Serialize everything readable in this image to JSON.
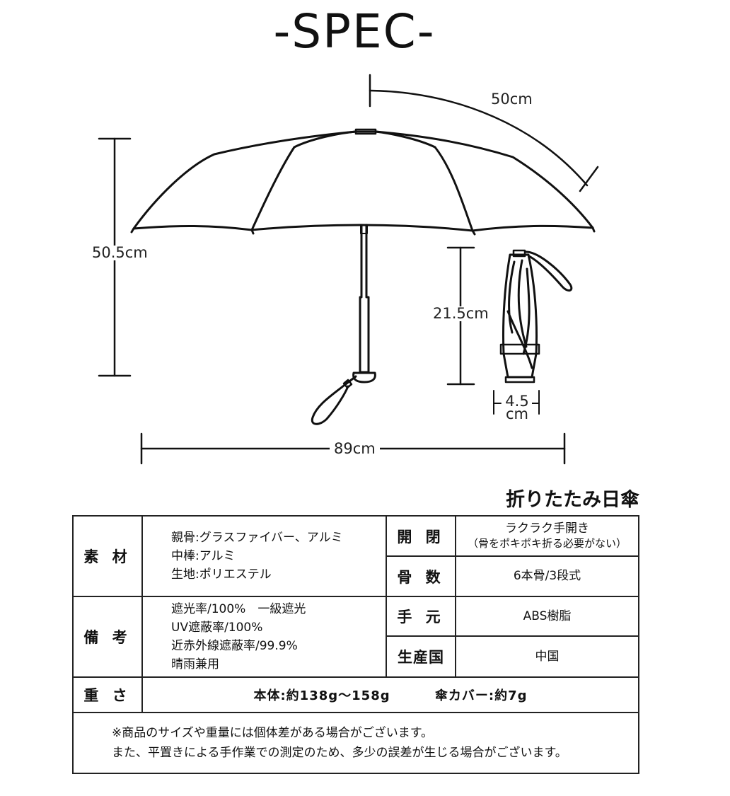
{
  "page_title": "-SPEC-",
  "dimensions": {
    "canopy_radius": "50cm",
    "total_height": "50.5cm",
    "folded_length": "21.5cm",
    "folded_width_value": "4.5",
    "folded_width_unit": "cm",
    "total_width": "89cm"
  },
  "product_name": "折りたたみ日傘",
  "spec_table": {
    "material": {
      "label": "素 材",
      "lines": [
        "親骨:グラスファイバー、アルミ",
        "中棒:アルミ",
        "生地:ポリエステル"
      ]
    },
    "opening": {
      "label": "開 閉",
      "value": "ラクラク手開き",
      "note": "（骨をポキポキ折る必要がない）"
    },
    "ribs": {
      "label": "骨 数",
      "value": "6本骨/3段式"
    },
    "remarks": {
      "label": "備 考",
      "lines": [
        "遮光率/100%　一級遮光",
        "UV遮蔽率/100%",
        "近赤外線遮蔽率/99.9%",
        "晴雨兼用"
      ]
    },
    "handle": {
      "label": "手 元",
      "value": "ABS樹脂"
    },
    "origin": {
      "label": "生産国",
      "value": "中国"
    },
    "weight": {
      "label": "重 さ",
      "body": "本体:約138g～158g",
      "cover": "傘カバー:約7g"
    },
    "notes": [
      "※商品のサイズや重量には個体差がある場合がございます。",
      "また、平置きによる手作業での測定のため、多少の誤差が生じる場合がございます。"
    ]
  }
}
